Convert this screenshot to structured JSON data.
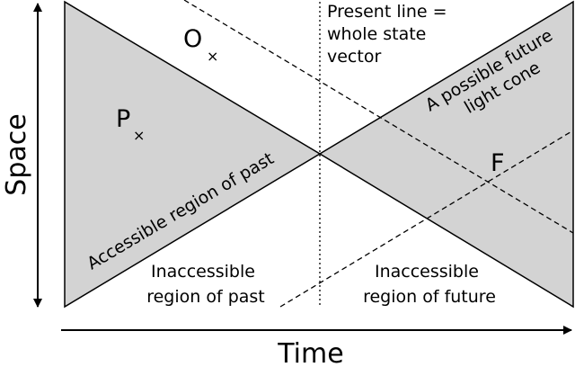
{
  "axes": {
    "x_label": "Time",
    "y_label": "Space"
  },
  "present_line": {
    "label_lines": [
      "Present line =",
      "whole state",
      "vector"
    ]
  },
  "regions": {
    "accessible_past": "Accessible region of past",
    "future_cone_lines": [
      "A possible future",
      "light cone"
    ],
    "inaccessible_past_lines": [
      "Inaccessible",
      "region of past"
    ],
    "inaccessible_future_lines": [
      "Inaccessible",
      "region of future"
    ]
  },
  "points": {
    "O": "O",
    "P": "P",
    "F": "F",
    "marker": "×"
  },
  "colors": {
    "region_fill": "#d3d3d3",
    "stroke": "#000000",
    "background": "#ffffff"
  }
}
